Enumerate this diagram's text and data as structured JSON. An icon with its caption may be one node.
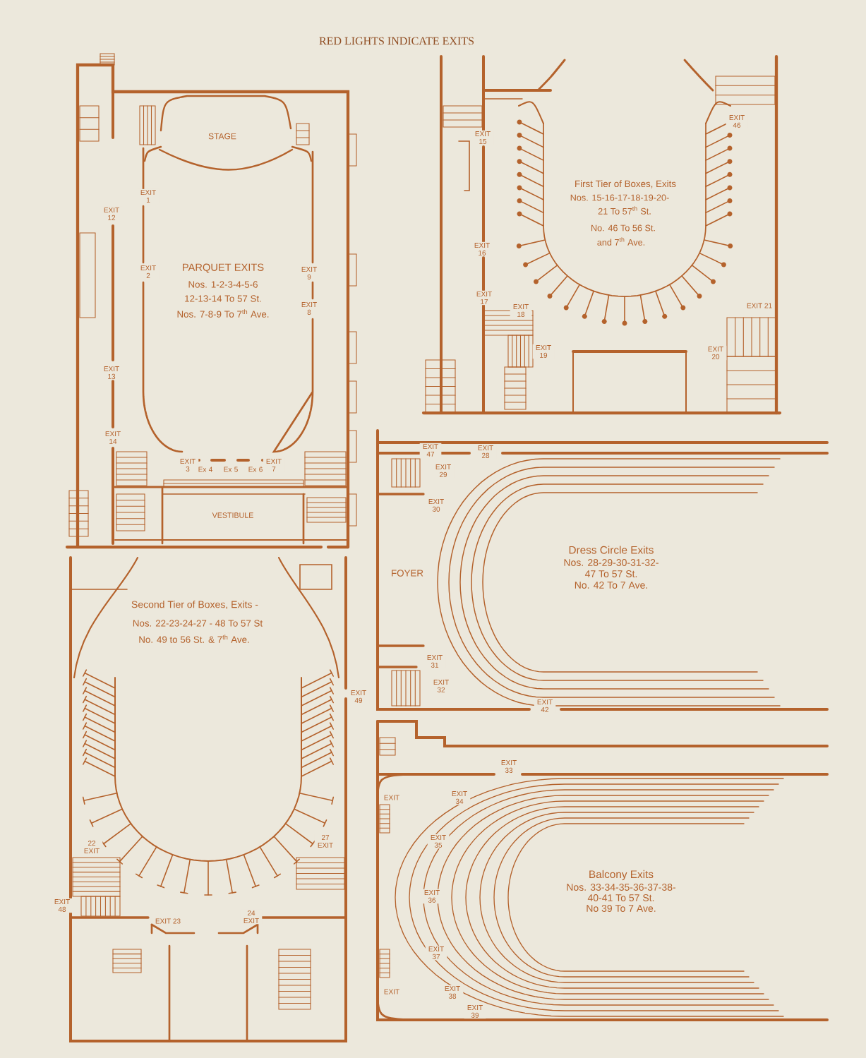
{
  "diagram": {
    "title": "RED LIGHTS INDICATE EXITS",
    "labels": [
      "STAGE",
      "EXIT 1",
      "EXIT 12",
      "EXIT 2",
      "PARQUET EXITS",
      "EXIT 9",
      "Nos. 1-2-3-4-5-6",
      "12-13-14 To 57 St.",
      "Nos. 7-8-9 To 7$^{th}$ Ave.",
      "EXIT 8",
      "EXIT 13",
      "EXIT 14",
      "EXIT 3",
      "Ex 4",
      "Ex 5",
      "Ex 6",
      "EXIT 7",
      "VESTIBULE",
      "EXIT 15",
      "EXIT 46",
      "First Tier of Boxes, Exits",
      "Nos. 15-16-17-18-19-20-",
      "21 To 57$^{th}$ St.",
      "No. 46 To 56 St.",
      "and 7$^{th}$ Ave.",
      "EXIT 16",
      "EXIT 17",
      "EXIT 18",
      "EXIT 21",
      "EXIT 19",
      "EXIT 20",
      "Second Tier of Boxes, Exits -",
      "Nos. 22-23-24-27 - 48 To 57 St",
      "No. 49 to 56 St. & 7$^{th}$ Ave.",
      "EXIT 49",
      "22 EXIT",
      "27 EXIT",
      "EXIT 48",
      "EXIT 23",
      "24 EXIT",
      "EXIT 47",
      "EXIT 28",
      "EXIT 29",
      "EXIT 30",
      "FOYER",
      "Dress Circle Exits",
      "Nos. 28-29-30-31-32-",
      "47 To 57 St.",
      "No. 42 To 7 Ave.",
      "EXIT 31",
      "EXIT 32",
      "EXIT 42",
      "EXIT 33",
      "EXIT",
      "EXIT 34",
      "EXIT 35",
      "EXIT 36",
      "EXIT 37",
      "EXIT 38",
      "EXIT",
      "EXIT 39",
      "Balcony Exits",
      "Nos. 33-34-35-36-37-38-",
      "40-41 To 57 St.",
      "No 39 To 7 Ave."
    ]
  }
}
